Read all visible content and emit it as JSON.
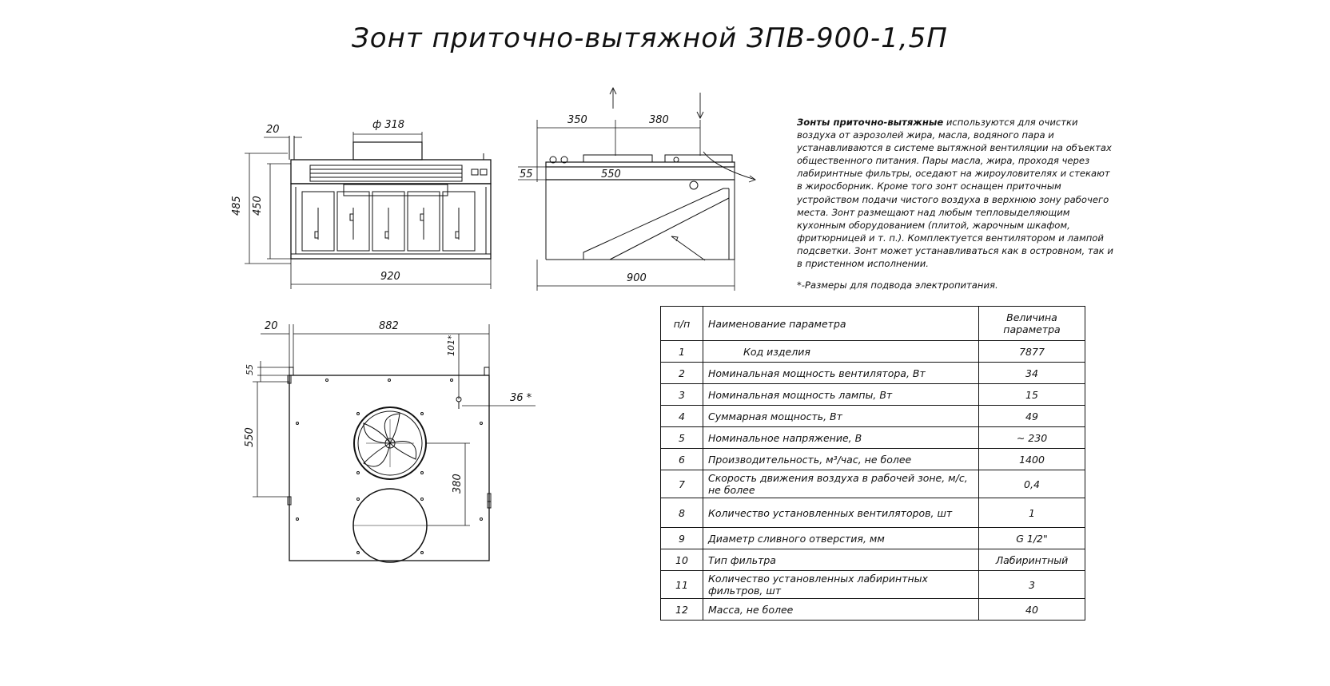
{
  "title": "Зонт приточно-вытяжной ЗПВ-900-1,5П",
  "dimensions": {
    "front": {
      "d318": "ф 318",
      "d20": "20",
      "d485": "485",
      "d450": "450",
      "d920": "920"
    },
    "side": {
      "d350": "350",
      "d380": "380",
      "d55": "55",
      "d550": "550",
      "d900": "900"
    },
    "top": {
      "d20": "20",
      "d882": "882",
      "d101": "101*",
      "d55": "55",
      "d36": "36 *",
      "d550": "550",
      "d380": "380"
    }
  },
  "description": {
    "lead": "Зонты приточно-вытяжные",
    "body": " используются для очистки воздуха от аэрозолей жира, масла, водяного пара и устанавливаются в системе вытяжной вентиляции на объектах общественного питания. Пары масла, жира, проходя через лабиринтные фильтры, оседают на жироуловителях и стекают в жиросборник. Кроме того зонт оснащен приточным устройством подачи чистого воздуха в верхнюю зону рабочего места. Зонт размещают над любым тепловыделяющим кухонным оборудованием (плитой, жарочным шкафом, фритюрницей и т. п.). Комплектуется вентилятором и лампой подсветки. Зонт может устанавливаться как в островном, так и в пристенном исполнении."
  },
  "note": "*-Размеры для подвода электропитания.",
  "table": {
    "headers": [
      "п/п",
      "Наименование параметра",
      "Величина параметра"
    ],
    "rows": [
      [
        "1",
        "Код изделия",
        "7877"
      ],
      [
        "2",
        "Номинальная мощность вентилятора, Вт",
        "34"
      ],
      [
        "3",
        "Номинальная мощность лампы, Вт",
        "15"
      ],
      [
        "4",
        "Суммарная мощность, Вт",
        "49"
      ],
      [
        "5",
        "Номинальное напряжение, В",
        "230"
      ],
      [
        "6",
        "Производительность, м³/час, не более",
        "1400"
      ],
      [
        "7",
        "Скорость движения воздуха в рабочей зоне, м/с, не более",
        "0,4"
      ],
      [
        "8",
        "Количество установленных вентиляторов, шт",
        "1"
      ],
      [
        "9",
        "Диаметр сливного отверстия, мм",
        "G 1/2\""
      ],
      [
        "10",
        "Тип фильтра",
        "Лабиринтный"
      ],
      [
        "11",
        "Количество установленных лабиринтных фильтров, шт",
        "3"
      ],
      [
        "12",
        "Масса, не более",
        "40"
      ]
    ]
  }
}
